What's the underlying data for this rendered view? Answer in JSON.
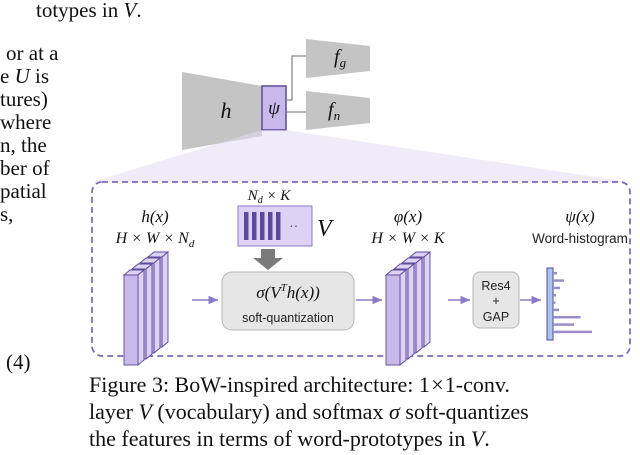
{
  "top_line": {
    "text": "totypes in ",
    "math": "V",
    "tail": "."
  },
  "left_paragraph": [
    {
      "text": "or at a"
    },
    {
      "text": "e ",
      "math": "U",
      "tail": " is"
    },
    {
      "text": "tures)"
    },
    {
      "text": "where"
    },
    {
      "text": "n, the"
    },
    {
      "text": "ber of"
    },
    {
      "text": "patial"
    },
    {
      "text": "s,"
    }
  ],
  "equation_number": "(4)",
  "diagram": {
    "backbone_label": "h",
    "psi_label": "ψ",
    "head_top_label": "f",
    "head_top_sub": "g",
    "head_bottom_label": "f",
    "head_bottom_sub": "n",
    "h_x_label": "h(x)",
    "h_x_dims": "H × W × N",
    "h_x_dims_sub": "d",
    "vocab_dims": "N",
    "vocab_dims_sub": "d",
    "vocab_dims_tail": " × K",
    "vocab_label": "V",
    "vocab_dots": "··",
    "quant_formula": "σ(V",
    "quant_formula_sup": "T",
    "quant_formula_tail": "h(x))",
    "quant_subtitle": "soft-quantization",
    "phi_label": "φ(x)",
    "phi_dims": "H × W × K",
    "res_label_1": "Res4",
    "res_label_2": "+",
    "res_label_3": "GAP",
    "psi_x_label": "ψ(x)",
    "histogram_title": "Word-histogram",
    "histogram_values": [
      0.08,
      0.22,
      0.14,
      0.06,
      0.05,
      0.12,
      0.55,
      0.42,
      0.78
    ]
  },
  "caption": {
    "line1_a": "Figure 3:  BoW-inspired architecture: 1",
    "line1_b": "×",
    "line1_c": "1-conv.",
    "line2_a": "layer ",
    "line2_math": "V",
    "line2_b": " (vocabulary) and softmax ",
    "line2_sigma": "σ",
    "line2_c": " soft-quantizes",
    "line3_a": "the features in terms of word-prototypes in ",
    "line3_math": "V",
    "line3_b": "."
  },
  "colors": {
    "purple_dark": "#5b4a9b",
    "purple_fill": "#c9b8ea",
    "purple_light": "#ddd2f3",
    "backbone_gray": "#c4c4c4",
    "box_gray": "#e6e6e6",
    "arrow_gray": "#7a7a7a",
    "dash_purple": "#7d6bb8"
  }
}
